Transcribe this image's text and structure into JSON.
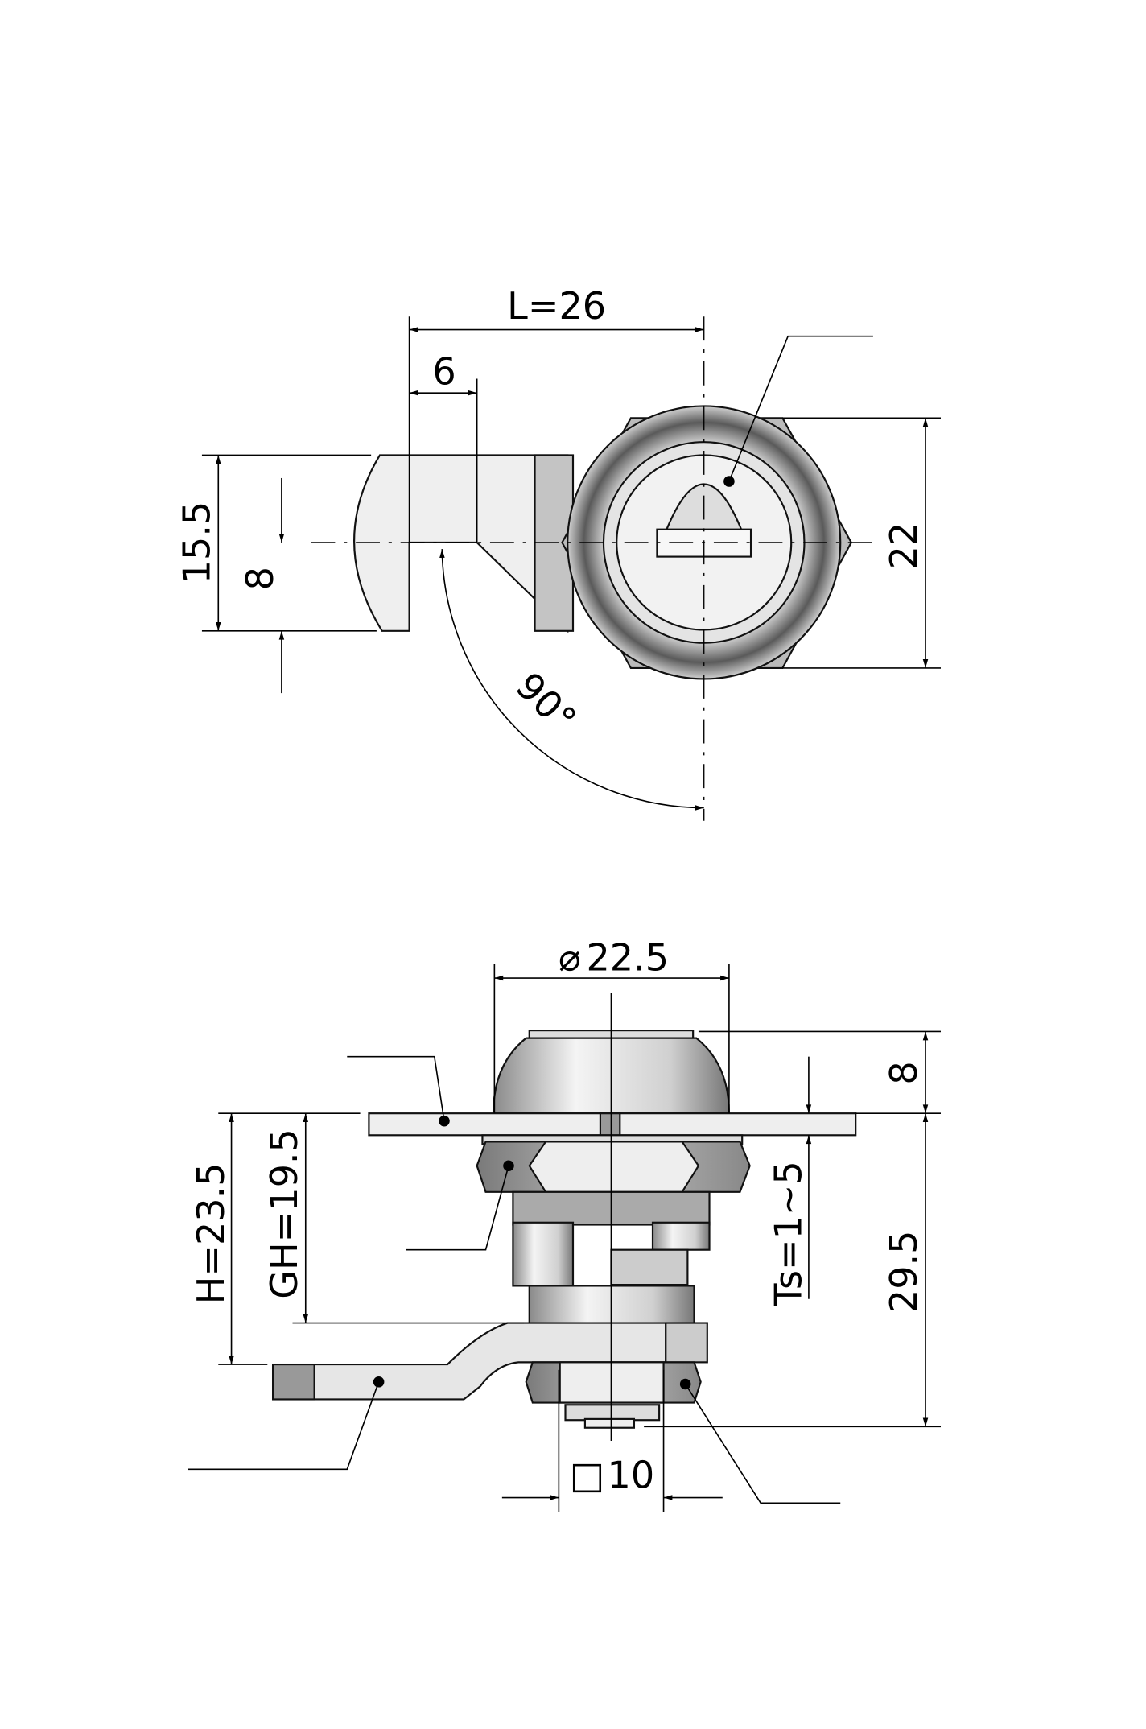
{
  "top_view": {
    "dims": {
      "length": "L=26",
      "slot_width": "6",
      "cam_height": "15.5",
      "slot_offset": "8",
      "housing_height": "22",
      "rotation_angle": "90°"
    }
  },
  "side_view": {
    "dims": {
      "diameter": "22.5",
      "diameter_symbol": "⌀",
      "cap_height": "8",
      "body_length": "29.5",
      "panel_thickness": "Ts=1~5",
      "cam_height": "H=23.5",
      "grip_height": "GH=19.5",
      "square_drive": "10",
      "square_symbol": "□"
    }
  },
  "colors": {
    "line": "#000000",
    "metal_light": "#f2f2f2",
    "metal_dark": "#6e6e6e"
  }
}
